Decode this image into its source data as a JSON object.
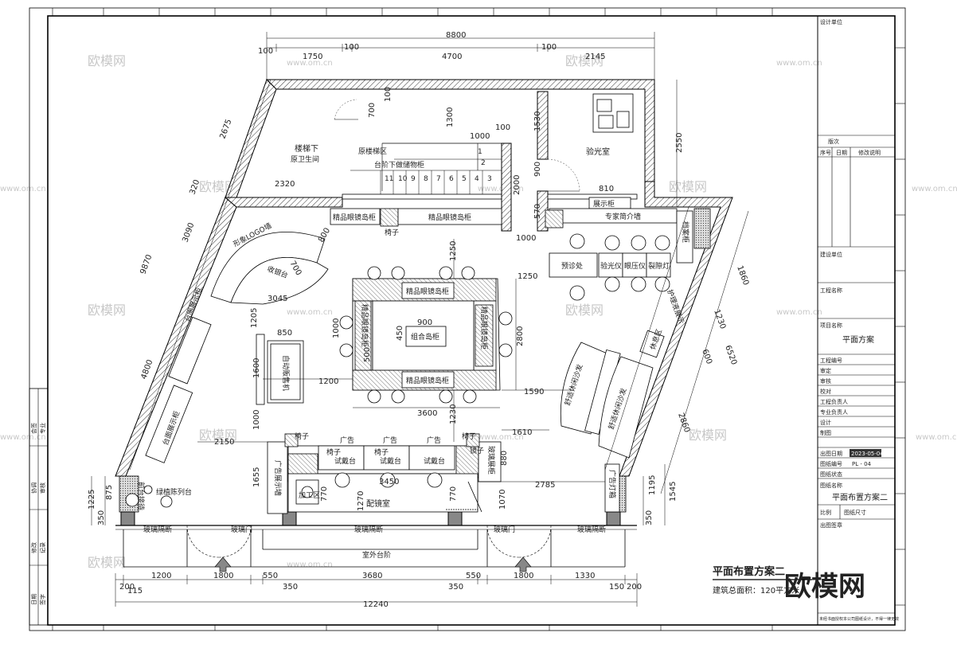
{
  "dims": {
    "top_total": "8800",
    "top_100_left": "100",
    "top_1750": "1750",
    "top_100_mid1": "100",
    "top_4700": "4700",
    "top_100_mid2": "100",
    "top_2145": "2145",
    "d_100_v": "100",
    "d_700": "700",
    "d_1300": "1300",
    "d_1000_stair": "1000",
    "d_100_stair": "100",
    "d_1530": "1530",
    "d_2550": "2550",
    "d_2320": "2320",
    "d_2000": "2000",
    "d_900_door": "900",
    "d_810": "810",
    "d_570": "570",
    "d_1000_wall": "1000",
    "d_1250_a": "1250",
    "d_1250_b": "1250",
    "d_800": "800",
    "d_700_curve": "700",
    "d_3045": "3045",
    "d_1205": "1205",
    "d_850": "850",
    "d_900_island": "900",
    "d_1000_island": "1000",
    "d_450": "450",
    "d_500": "500",
    "d_2800": "2800",
    "d_1600": "1600",
    "d_1200_mid": "1200",
    "d_3600": "3600",
    "d_1230_a": "1230",
    "d_1590": "1590",
    "d_1610": "1610",
    "d_1000_left": "1000",
    "d_2150": "2150",
    "d_1655": "1655",
    "d_880": "880",
    "d_3450": "3450",
    "d_770_a": "770",
    "d_1270": "1270",
    "d_770_b": "770",
    "d_1070": "1070",
    "d_2785": "2785",
    "d_1195": "1195",
    "d_1545": "1545",
    "d_350_r": "350",
    "d_1225": "1225",
    "d_875": "875",
    "d_350_l": "350",
    "d_2675": "2675",
    "d_320": "320",
    "d_3090": "3090",
    "d_9870": "9870",
    "d_4800": "4800",
    "d_1860": "1860",
    "d_1230_r": "1230",
    "d_600": "600",
    "d_6520": "6520",
    "d_2860": "2860",
    "bot_200_l": "200",
    "bot_115": "115",
    "bot_1200": "1200",
    "bot_1800_l": "1800",
    "bot_550_l": "550",
    "bot_350_l": "350",
    "bot_3680": "3680",
    "bot_350_r": "350",
    "bot_550_r": "550",
    "bot_1800_r": "1800",
    "bot_1330": "1330",
    "bot_150": "150",
    "bot_200_r": "200",
    "bot_total": "12240"
  },
  "rooms": {
    "stair_under": "楼梯下",
    "toilet": "原卫生间",
    "stair_area": "原楼梯区",
    "under_step": "台阶下做储物柜",
    "vision_room": "验光室",
    "stair_steps": [
      "11",
      "10",
      "9",
      "8",
      "7",
      "6",
      "5",
      "4",
      "3"
    ],
    "step_1": "1",
    "step_2": "2",
    "showcase_cab": "展示柜",
    "expert_wall": "专家简介墙",
    "file_cab": "档案柜",
    "frame_island_left": "精品眼镜岛柜",
    "chair_top": "椅子",
    "frame_island_right": "精品眼镜岛柜",
    "logo_wall": "形象LOGO墙",
    "cashier": "收银台",
    "pretest": "预诊处",
    "instruments": [
      "验光仪",
      "眼压仪",
      "裂隙灯"
    ],
    "island_top": "精品眼镜岛柜",
    "island_left": "精品眼镜岛柜",
    "island_right": "精品眼镜岛柜",
    "island_bottom": "精品眼镜岛柜",
    "combo_island": "组合岛柜",
    "sofa_left": "舒适休闲沙发",
    "sofa_right": "舒适休闲沙发",
    "rest_area": "休息区",
    "care_display": "护理液展示",
    "vending": "自动贩售机",
    "showcase_left": "台面展示柜",
    "showcase_left2": "台面展示柜",
    "chairs": [
      "椅子",
      "椅子",
      "椅子",
      "椅子"
    ],
    "ads": [
      "广告",
      "广告",
      "广告"
    ],
    "fitting": [
      "试戴台",
      "试戴台",
      "试戴台"
    ],
    "processing": "加工区",
    "fitting_room": "配镜室",
    "ad_display": "广告展示墙",
    "glass_cab": "玻璃展柜",
    "mirror": "镜子",
    "lightbox": "广告灯箱",
    "green_display": "绿植陈列台",
    "front_desk": "前台接待",
    "glass_partition_l": "玻璃隔断",
    "glass_door_l": "玻璃门",
    "glass_partition_m": "玻璃隔断",
    "glass_door_r": "玻璃门",
    "glass_partition_r": "玻璃隔断",
    "outdoor_steps": "室外台阶"
  },
  "titles": {
    "plan_title": "平面布置方案二",
    "area_label": "建筑总面积：120平方米",
    "watermark_url": "www.om.cn",
    "watermark_brand": "欧模网",
    "brand_logo": "欧模网"
  },
  "title_block": {
    "design_unit": "设计单位",
    "revision": "版次",
    "rev_cols": [
      "序号",
      "日期",
      "修改说明"
    ],
    "construction_unit": "建设单位",
    "project_name": "工程名称",
    "item_name": "项目名称",
    "item_value": "平面方案",
    "project_no": "工程编号",
    "approve": "审定",
    "review": "审核",
    "check": "校对",
    "project_lead": "工程负责人",
    "specialty_lead": "专业负责人",
    "design": "设计",
    "draw": "制图",
    "date_label": "出图日期",
    "date_value": "2023-05-04",
    "drawing_no_label": "图纸编号",
    "drawing_no_value": "PL - 04",
    "drawing_status": "图纸状态",
    "drawing_name_label": "图纸名称",
    "drawing_name_value": "平面布置方案二",
    "scale": "比例",
    "unit_size": "图纸尺寸",
    "seal": "出图签章",
    "footnote": "未经书面授权本公司图纸设计，不得一律无效"
  },
  "side_block": [
    "会签",
    "专业",
    "日期",
    "签字",
    "协调",
    "审核",
    "修改",
    "记录"
  ]
}
